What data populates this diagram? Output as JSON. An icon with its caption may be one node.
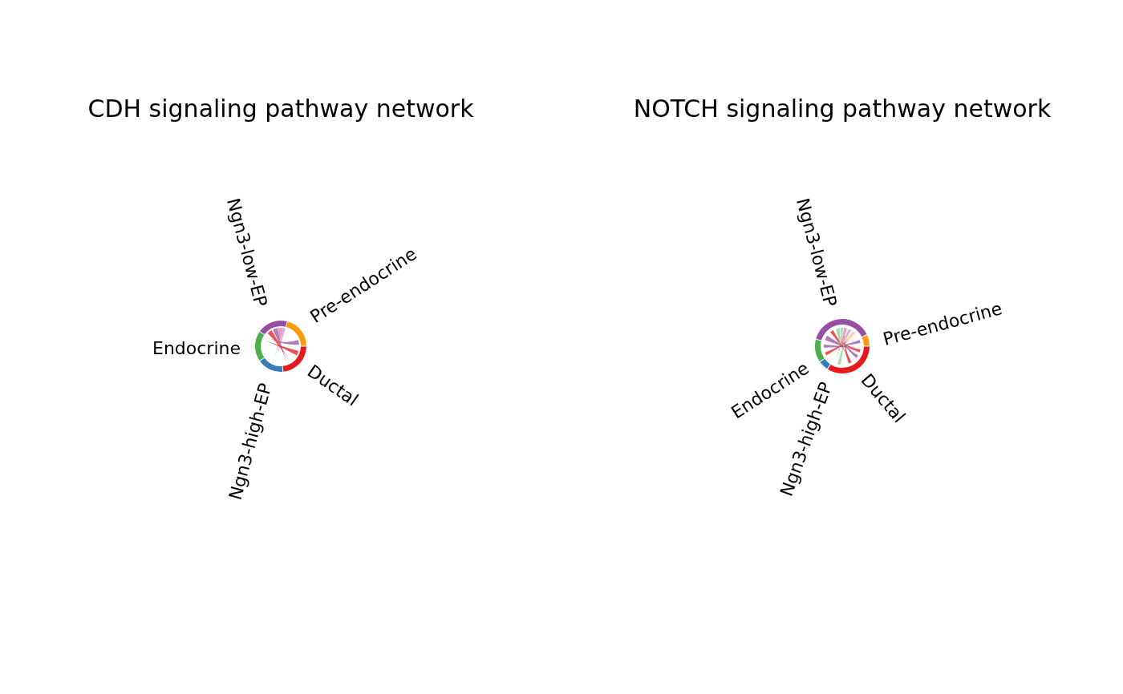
{
  "diagram": {
    "nodes": [
      {
        "text": [
          "Ngn3-low-EP"
        ]
      },
      {
        "text": [
          "Pre-endocrine"
        ]
      },
      {
        "text": [
          "Endocrine"
        ]
      },
      {
        "text": [
          "Ductal"
        ]
      },
      {
        "text": [
          "Ngn3-high-EP"
        ]
      },
      {
        "text": [
          "Ngn3-low-EP"
        ]
      },
      {
        "text": [
          "Pre-endocrine"
        ]
      },
      {
        "text": [
          "Endocrine"
        ]
      },
      {
        "text": [
          "Ngn3-high-EP"
        ]
      },
      {
        "text": [
          "Ductal"
        ]
      }
    ],
    "labels": [
      "CDH signaling pathway network",
      "NOTCH signaling pathway network"
    ]
  }
}
